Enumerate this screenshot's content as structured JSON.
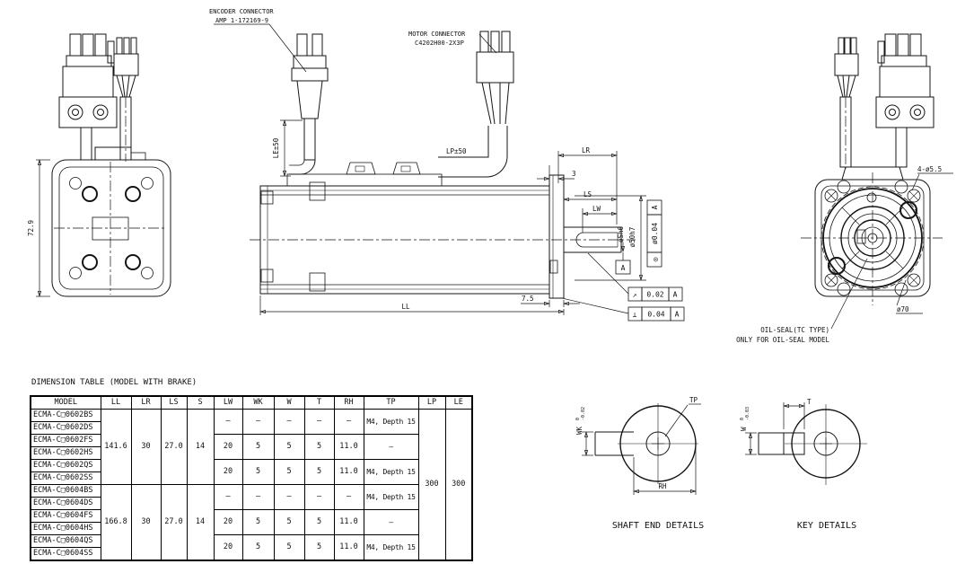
{
  "drawing": {
    "callouts": {
      "encoder_connector_1": "ENCODER CONNECTOR",
      "encoder_connector_2": "AMP 1-172169-9",
      "motor_connector_1": "MOTOR CONNECTOR",
      "motor_connector_2": "C4202H00-2X3P",
      "oil_seal_1": "OIL-SEAL(TC TYPE)",
      "oil_seal_2": "ONLY FOR OIL-SEAL MODEL",
      "mounting_holes": "4-ø5.5",
      "bolt_circle": "ø70"
    },
    "dims": {
      "flange_width": "72.9",
      "le": "LE±50",
      "lp": "LP±50",
      "ll": "LL",
      "lr": "LR",
      "ls": "LS",
      "lw": "LW",
      "three": "3",
      "seven5": "7.5",
      "shaft_dia": "øSh6",
      "pilot_dia": "ø50h7",
      "datum": "A",
      "runout_sym": "↗",
      "runout_val": "0.02",
      "runout_ref": "A",
      "perp_sym": "⊥",
      "perp_val": "0.04",
      "perp_ref": "A",
      "conc_sym": "◎",
      "conc_val": "ø0.04",
      "conc_ref": "A"
    },
    "shaft_end": {
      "caption": "SHAFT END DETAILS",
      "tp": "TP",
      "rh": "RH",
      "wk": "WK",
      "wk_sup": "0",
      "wk_sub": "-0.02"
    },
    "key_detail": {
      "caption": "KEY DETAILS",
      "t": "T",
      "w": "W",
      "w_sup": "0",
      "w_sub": "-0.03"
    }
  },
  "table": {
    "title": "DIMENSION TABLE (MODEL WITH BRAKE)",
    "headers": [
      "MODEL",
      "LL",
      "LR",
      "LS",
      "S",
      "LW",
      "WK",
      "W",
      "T",
      "RH",
      "TP",
      "LP",
      "LE"
    ],
    "models": [
      "ECMA-C□0602BS",
      "ECMA-C□0602DS",
      "ECMA-C□0602FS",
      "ECMA-C□0602HS",
      "ECMA-C□0602QS",
      "ECMA-C□0602SS",
      "ECMA-C□0604BS",
      "ECMA-C□0604DS",
      "ECMA-C□0604FS",
      "ECMA-C□0604HS",
      "ECMA-C□0604QS",
      "ECMA-C□0604SS"
    ],
    "g602": {
      "ll": "141.6",
      "lr": "30",
      "ls": "27.0",
      "s": "14"
    },
    "g604": {
      "ll": "166.8",
      "lr": "30",
      "ls": "27.0",
      "s": "14"
    },
    "p602a": {
      "lw": "—",
      "wk": "—",
      "w": "—",
      "t": "—",
      "rh": "—",
      "tp": "M4, Depth 15"
    },
    "p602b": {
      "lw": "20",
      "wk": "5",
      "w": "5",
      "t": "5",
      "rh": "11.0",
      "tp": "—"
    },
    "p602c": {
      "lw": "20",
      "wk": "5",
      "w": "5",
      "t": "5",
      "rh": "11.0",
      "tp": "M4, Depth 15"
    },
    "p604a": {
      "lw": "—",
      "wk": "—",
      "w": "—",
      "t": "—",
      "rh": "—",
      "tp": "M4, Depth 15"
    },
    "p604b": {
      "lw": "20",
      "wk": "5",
      "w": "5",
      "t": "5",
      "rh": "11.0",
      "tp": "—"
    },
    "p604c": {
      "lw": "20",
      "wk": "5",
      "w": "5",
      "t": "5",
      "rh": "11.0",
      "tp": "M4, Depth 15"
    },
    "lp": "300",
    "le": "300"
  }
}
